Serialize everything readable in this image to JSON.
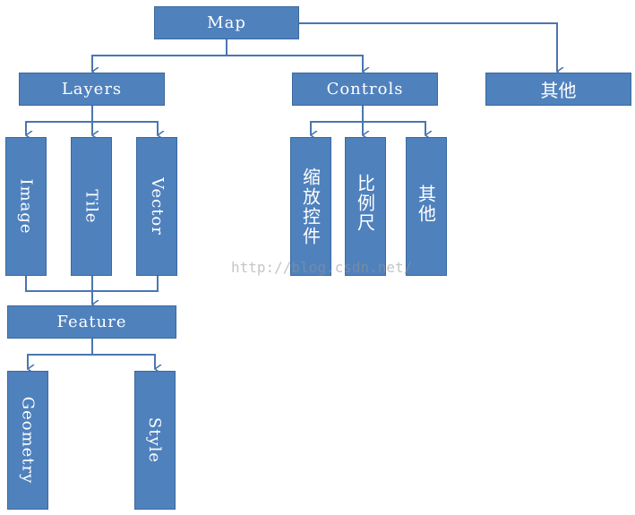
{
  "root": {
    "label": "Map"
  },
  "level1": {
    "layers": "Layers",
    "controls": "Controls",
    "other": "其他"
  },
  "layers_children": {
    "image": "Image",
    "tile": "Tile",
    "vector": "Vector"
  },
  "controls_children": {
    "zoom": "缩放控件",
    "scale": "比例尺",
    "other": "其他"
  },
  "feature": {
    "label": "Feature"
  },
  "feature_children": {
    "geometry": "Geometry",
    "style": "Style"
  },
  "watermark": "http://blog.csdn.net/",
  "colors": {
    "box_fill": "#4f81bd",
    "line": "#4a76b0"
  }
}
